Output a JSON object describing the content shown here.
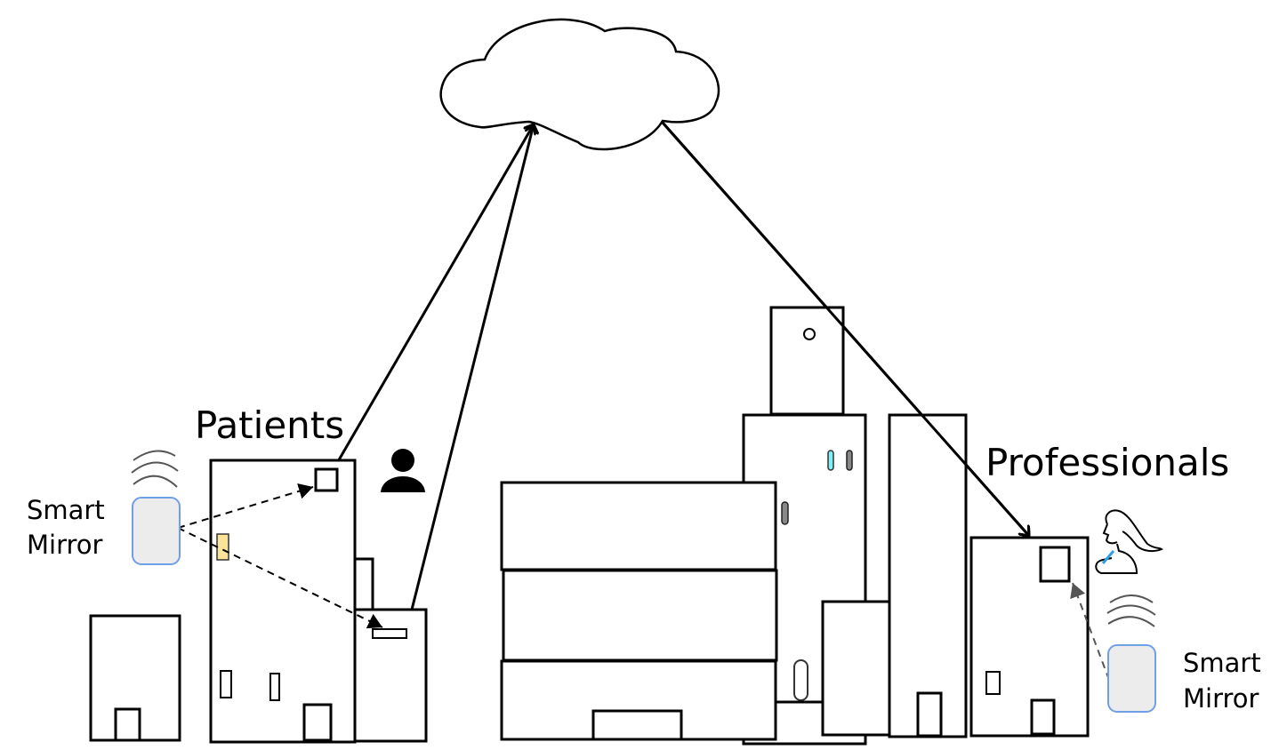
{
  "diagram": {
    "title": "Smart mirror cloud connectivity between patients and professionals",
    "nodes": {
      "cloud": {
        "label": "",
        "icon": "cloud-icon"
      },
      "patients": {
        "label": "Patients",
        "icon": "person-icon"
      },
      "professionals": {
        "label": "Professionals",
        "icon": "woman-with-pen-icon"
      },
      "smart_mirror_left": {
        "label_line1": "Smart",
        "label_line2": "Mirror",
        "icon": "smart-mirror-icon"
      },
      "smart_mirror_right": {
        "label_line1": "Smart",
        "label_line2": "Mirror",
        "icon": "smart-mirror-icon"
      }
    },
    "edges": [
      {
        "from": "patients-device-upper",
        "to": "cloud",
        "style": "solid-arrow"
      },
      {
        "from": "patients-device-lower",
        "to": "cloud",
        "style": "solid-arrow"
      },
      {
        "from": "cloud",
        "to": "professionals-building",
        "style": "solid-arrow"
      },
      {
        "from": "smart_mirror_left",
        "to": "patients-device-upper",
        "style": "dashed-arrow"
      },
      {
        "from": "smart_mirror_left",
        "to": "patients-device-lower",
        "style": "dashed-arrow"
      },
      {
        "from": "smart_mirror_right",
        "to": "professionals-device",
        "style": "dashed-arrow"
      }
    ],
    "colors": {
      "line": "#000000",
      "mirror_fill": "#ececec",
      "mirror_border": "#6f9fe6",
      "sensor_fill": "#fbe49a",
      "window_accent": "#7ff0f5",
      "wave": "#555555",
      "pen": "#2aa0e8"
    }
  }
}
